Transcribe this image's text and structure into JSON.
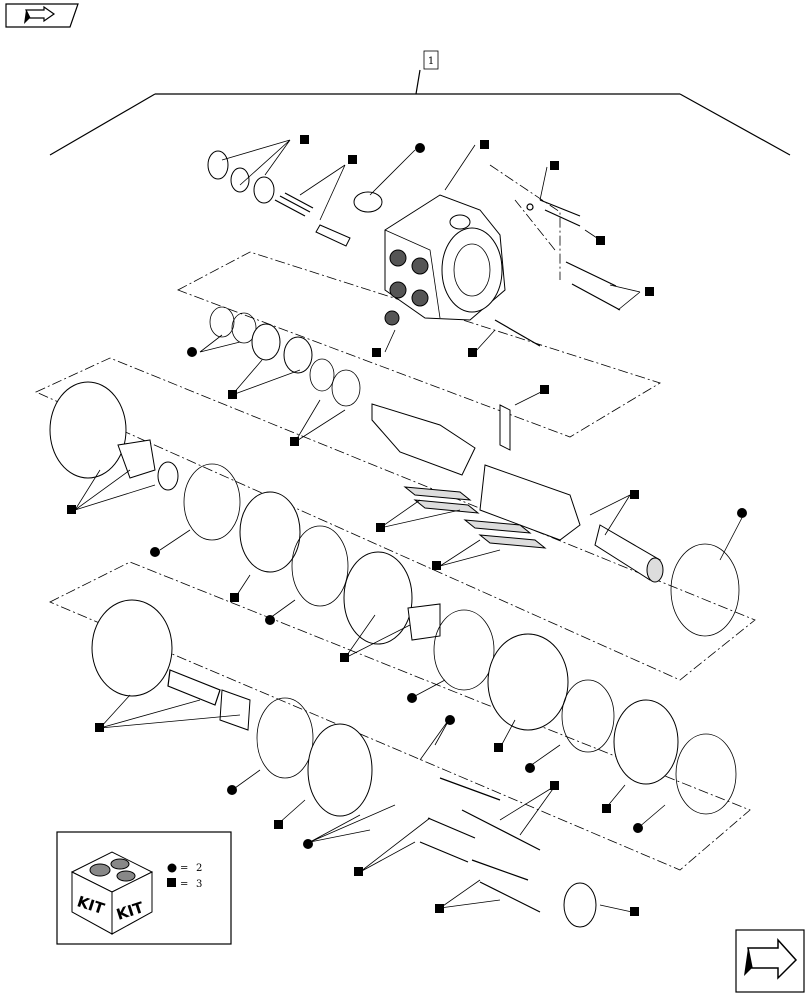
{
  "header": {
    "prev_label": ""
  },
  "assembly_ref": "1",
  "legend": {
    "kit_word": "KIT",
    "items": [
      {
        "symbol": "circle",
        "eq": "=",
        "value": "2"
      },
      {
        "symbol": "square",
        "eq": "=",
        "value": "3"
      }
    ]
  },
  "footer": {
    "next_label": ""
  },
  "icons": [
    "prev-page-icon",
    "next-page-icon",
    "kit-box-icon"
  ]
}
